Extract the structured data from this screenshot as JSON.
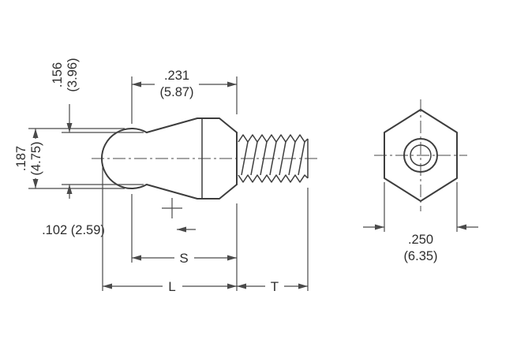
{
  "drawing": {
    "colors": {
      "line": "#3d3d3d",
      "dim": "#4a4a4a",
      "text": "#2e2e2e",
      "background": "#ffffff"
    },
    "side_view": {
      "dim_neck_diameter_in": ".156",
      "dim_neck_diameter_mm": "(3.96)",
      "dim_ball_length_in": ".231",
      "dim_ball_length_mm": "(5.87)",
      "dim_ball_diameter_in": ".187",
      "dim_ball_diameter_mm": "(4.75)",
      "dim_offset": ".102 (2.59)",
      "dim_s_label": "S",
      "dim_l_label": "L",
      "dim_t_label": "T"
    },
    "end_view": {
      "dim_hex_in": ".250",
      "dim_hex_mm": "(6.35)"
    }
  }
}
